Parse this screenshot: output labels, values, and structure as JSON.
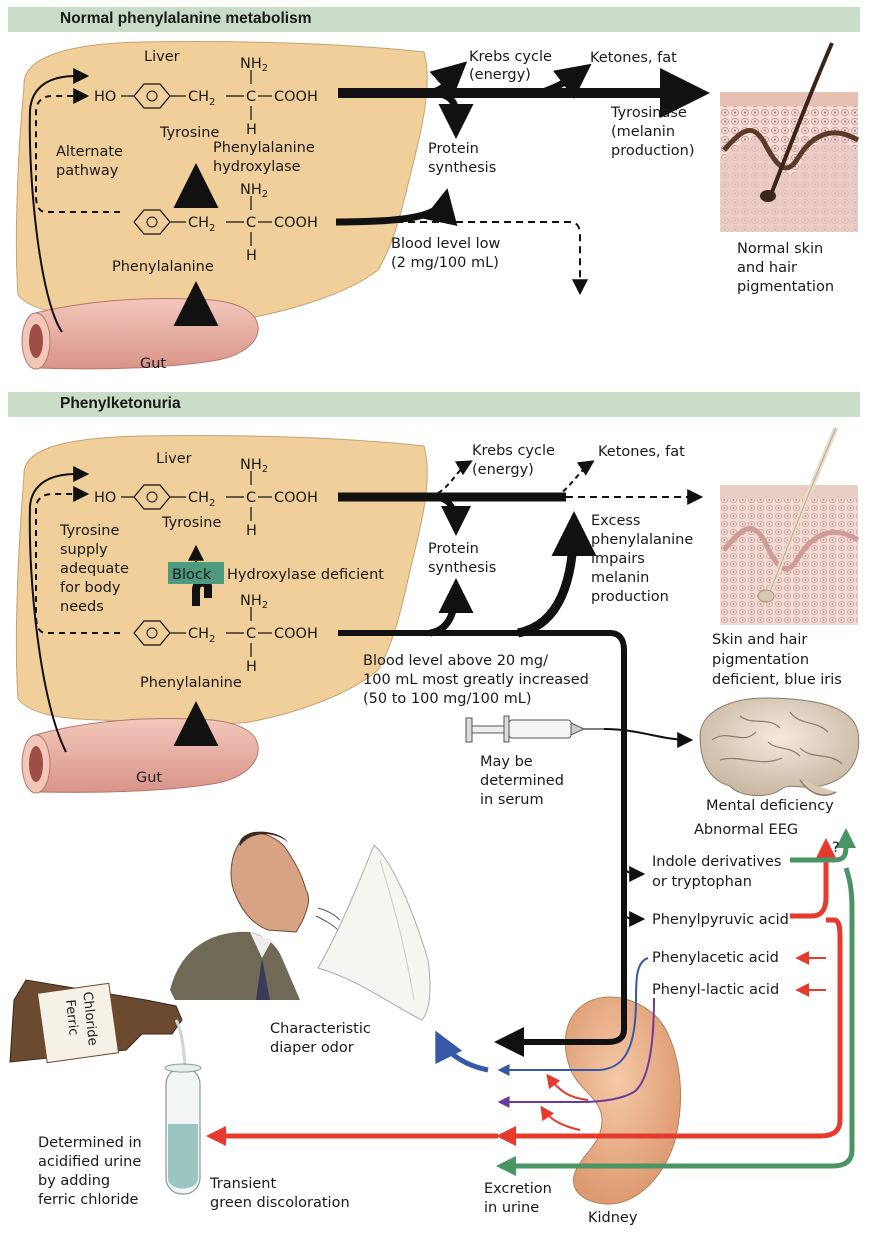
{
  "sections": {
    "normal_title": "Normal phenylalanine metabolism",
    "pku_title": "Phenylketonuria"
  },
  "normal": {
    "liver": "Liver",
    "tyrosine": "Tyrosine",
    "phenylalanine": "Phenylalanine",
    "enzyme": [
      "Phenylalanine",
      "hydroxylase"
    ],
    "alternate": [
      "Alternate",
      "pathway"
    ],
    "krebs": [
      "Krebs cycle",
      "(energy)"
    ],
    "ketones": "Ketones, fat",
    "tyrosinase": [
      "Tyrosinase",
      "(melanin",
      "production)"
    ],
    "protein": [
      "Protein",
      "synthesis"
    ],
    "blood": [
      "Blood level low",
      "(2 mg/100 mL)"
    ],
    "skin": [
      "Normal skin",
      "and hair",
      "pigmentation"
    ],
    "gut": "Gut"
  },
  "pku": {
    "liver": "Liver",
    "tyrosine": "Tyrosine",
    "phenylalanine": "Phenylalanine",
    "block": "Block",
    "hydroxylase": "Hydroxylase deficient",
    "tyrosine_supply": [
      "Tyrosine",
      "supply",
      "adequate",
      "for body",
      "needs"
    ],
    "krebs": [
      "Krebs cycle",
      "(energy)"
    ],
    "ketones": "Ketones, fat",
    "protein": [
      "Protein",
      "synthesis"
    ],
    "excess": [
      "Excess",
      "phenylalanine",
      "impairs",
      "melanin",
      "production"
    ],
    "skin": [
      "Skin and hair",
      "pigmentation",
      "deficient, blue iris"
    ],
    "blood": [
      "Blood level above 20 mg/",
      "100 mL most greatly increased",
      "(50 to 100 mg/100 mL)"
    ],
    "serum": [
      "May be",
      "determined",
      "in serum"
    ],
    "mental": "Mental deficiency",
    "eeg": "Abnormal EEG",
    "question": "?",
    "indole": [
      "Indole derivatives",
      "or tryptophan"
    ],
    "phenylpyruvic": "Phenylpyruvic acid",
    "phenylacetic": "Phenylacetic acid",
    "phenyllactic": "Phenyl-lactic acid",
    "diaper": [
      "Characteristic",
      "diaper odor"
    ],
    "ferric_label": [
      "Ferric",
      "Chloride"
    ],
    "determined_urine": [
      "Determined in",
      "acidified urine",
      "by adding",
      "ferric chloride"
    ],
    "transient": [
      "Transient",
      "green discoloration"
    ],
    "excretion": [
      "Excretion",
      "in urine"
    ],
    "kidney": "Kidney",
    "gut": "Gut"
  },
  "chem": {
    "ho": "HO",
    "ch2": "CH",
    "c": "C",
    "cooh": "COOH",
    "nh": "NH",
    "two": "2",
    "h": "H"
  },
  "colors": {
    "header": "#c9dcc7",
    "liver": "#f1cf9b",
    "gut": "#eab3a6",
    "red": "#e63a2c",
    "green": "#4a9466",
    "blue": "#3559a6",
    "purple": "#6b3a9a",
    "block_fill": "#4d9a7e"
  }
}
